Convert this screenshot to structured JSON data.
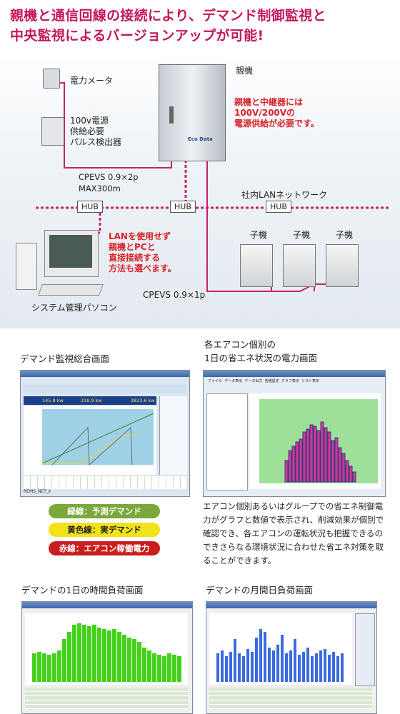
{
  "headline": {
    "line1": "親機と通信回線の接続により、デマンド制御監視と",
    "line2": "中央監視によるバージョンアップが可能!"
  },
  "diagram": {
    "meter_label": "電力メータ",
    "pulse_label": [
      "100v電源",
      "供給必要",
      "パルス検出器"
    ],
    "parent_label": "親機",
    "parent_brand": "Eco Data",
    "parent_note": [
      "親機と中継器には",
      "100V/200Vの",
      "電源供給が必要です。"
    ],
    "cable1": [
      "CPEVS 0.9×2p",
      "MAX300m"
    ],
    "lan_label": "社内LANネットワーク",
    "hub": "HUB",
    "lan_note": [
      "LANを使用せず",
      "親機とPCと",
      "直接接続する",
      "方法も選べます。"
    ],
    "child_label": "子機",
    "cable2": "CPEVS 0.9×1p",
    "pc_label": "システム管理パソコン"
  },
  "sections": {
    "demand_overview": "デマンド監視総合画面",
    "per_ac_title": [
      "各エアコン個別の",
      "1日の省エネ状況の電力画面"
    ],
    "daily_load": "デマンドの1日の時間負荷画面",
    "monthly_load": "デマンドの月間日負荷画面"
  },
  "legend": {
    "green": "緑線：予測デマンド",
    "yellow": "黄色線：実デマンド",
    "red": "赤線：エアコン稼働電力"
  },
  "description": "エアコン個別あるいはグループでの省エネ制御電力がグラフと数値で表示され、削減効果が個別で確認でき、各エアコンの運転状況も把握できるのできさらなる環境状況に合わせた省エネ対策を取ることができます。",
  "screens": {
    "overview_values": [
      "145.8 kw",
      "318.9 kw",
      "3823.6 kw"
    ],
    "overview_footer": "REMS_NET_Ⅱ",
    "per_ac_menu": [
      "ファイル",
      "データ表示",
      "データ出力",
      "各種設定",
      "グラフ表示",
      "リスト表示"
    ]
  },
  "colors": {
    "headline": "#c4175c",
    "pink_line": "#c8206a",
    "red_note": "#d8232a",
    "green_pill": "#7aa83a",
    "yellow_pill": "#f2e21a",
    "red_pill": "#c81e1e"
  }
}
